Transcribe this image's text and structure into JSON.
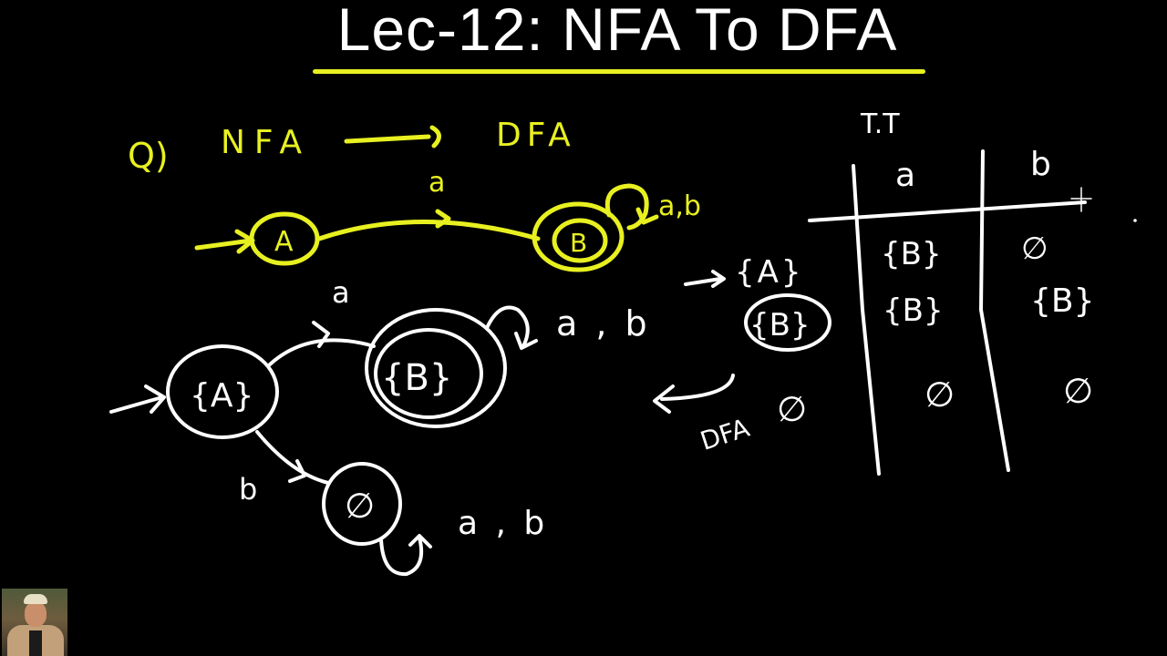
{
  "slide": {
    "title": "Lec-12: NFA To DFA",
    "underline_color": "#e8f020",
    "ink_yellow": "#e8f020",
    "ink_white": "#ffffff",
    "background": "#000000"
  },
  "question": {
    "label": "Q)",
    "from": "NFA",
    "to": "DFA"
  },
  "nfa": {
    "states": [
      {
        "id": "A",
        "label": "A",
        "start": true,
        "final": false
      },
      {
        "id": "B",
        "label": "B",
        "start": false,
        "final": true
      }
    ],
    "transitions": [
      {
        "from": "A",
        "to": "B",
        "label": "a"
      },
      {
        "from": "B",
        "to": "B",
        "label": "a,b"
      }
    ]
  },
  "dfa": {
    "states": [
      {
        "id": "{A}",
        "label": "{A}",
        "start": true,
        "final": false
      },
      {
        "id": "{B}",
        "label": "{B}",
        "start": false,
        "final": true
      },
      {
        "id": "∅",
        "label": "∅",
        "start": false,
        "final": false
      }
    ],
    "transitions": [
      {
        "from": "{A}",
        "to": "{B}",
        "label": "a"
      },
      {
        "from": "{A}",
        "to": "∅",
        "label": "b"
      },
      {
        "from": "{B}",
        "to": "{B}",
        "label": "a , b"
      },
      {
        "from": "∅",
        "to": "∅",
        "label": "a , b"
      }
    ]
  },
  "transition_table": {
    "title": "T.T",
    "columns": [
      "a",
      "b"
    ],
    "rows": [
      {
        "state": "{A}",
        "marker": "→",
        "a": "{B}",
        "b": "∅"
      },
      {
        "state": "{B}",
        "marker": "final",
        "a": "{B}",
        "b": "{B}"
      },
      {
        "state": "∅",
        "marker": "",
        "a": "∅",
        "b": "∅"
      }
    ],
    "side_note": "DFA"
  },
  "presenter": {
    "avatar": "presenter-webcam-thumbnail"
  }
}
